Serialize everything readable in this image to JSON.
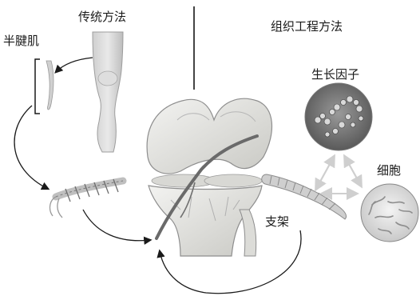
{
  "labels": {
    "traditional": "传统方法",
    "tissue_engineering": "组织工程方法",
    "semitendinosus": "半腱肌",
    "growth_factor": "生长因子",
    "cells": "细胞",
    "scaffold": "支架"
  }
}
